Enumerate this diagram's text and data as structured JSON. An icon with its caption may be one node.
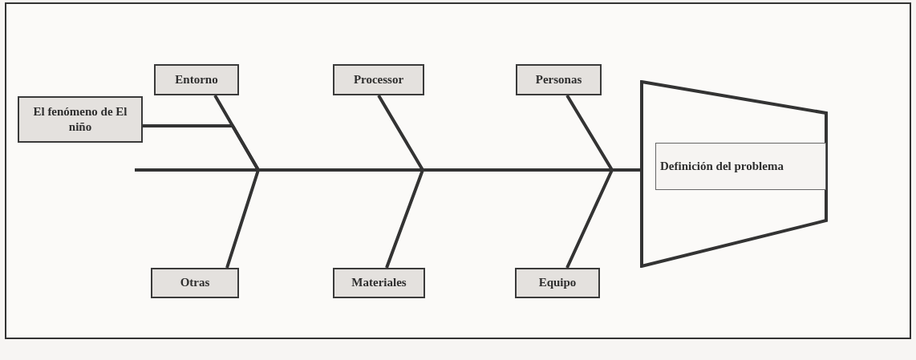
{
  "diagram": {
    "nodes": [
      {
        "text": [
          "El fenómeno de El niño"
        ]
      },
      {
        "text": [
          "Entorno"
        ]
      },
      {
        "text": [
          "Processor"
        ]
      },
      {
        "text": [
          "Personas"
        ]
      },
      {
        "text": [],
        "shape": "trapezoid"
      },
      {
        "text": [
          "Definición del problema"
        ],
        "in": 4
      },
      {
        "text": [
          "Otras"
        ]
      },
      {
        "text": [
          "Materiales"
        ]
      },
      {
        "text": [
          "Equipo"
        ]
      }
    ],
    "edges": [
      {
        "from": null,
        "to": 4,
        "arrow": "none"
      },
      {
        "from": 0,
        "to": 4,
        "arrow": "none"
      },
      {
        "from": 1,
        "to": 4,
        "arrow": "none"
      },
      {
        "from": 2,
        "to": 4,
        "arrow": "none"
      },
      {
        "from": 3,
        "to": 4,
        "arrow": "none"
      },
      {
        "from": 6,
        "to": 4,
        "arrow": "none"
      },
      {
        "from": 7,
        "to": 4,
        "arrow": "none"
      },
      {
        "from": 8,
        "to": 4,
        "arrow": "none"
      }
    ]
  }
}
